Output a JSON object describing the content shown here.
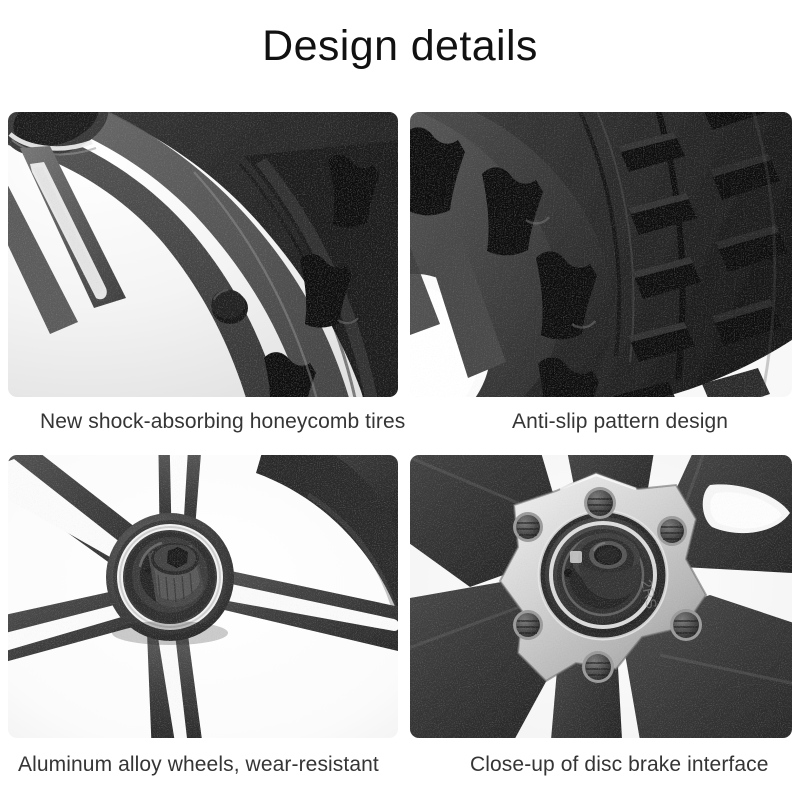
{
  "page": {
    "title": "Design details",
    "background_color": "#ffffff",
    "title_color": "#111111",
    "caption_color": "#353535"
  },
  "panels": [
    {
      "id": "honeycomb-tire",
      "position": "top-left",
      "caption": "New shock-absorbing honeycomb tires",
      "image_subject": "Close-up of a solid honeycomb scooter tire mounted on a dark grey cast aluminum rim, showing hexagonal shock-absorbing cavities along the sidewall and a circular drain hole in the rim face",
      "dominant_colors": [
        "#3b3b3b",
        "#262626",
        "#151515",
        "#6a6a6a"
      ]
    },
    {
      "id": "anti-slip-tread",
      "position": "top-right",
      "caption": "Anti-slip pattern design",
      "image_subject": "Angled close-up of the tire tread face showing the deep anti-slip block pattern and the honeycomb cavity row on the sidewall",
      "dominant_colors": [
        "#2e2e2e",
        "#1a1a1a",
        "#0d0d0d",
        "#565656"
      ]
    },
    {
      "id": "alloy-wheel-hub",
      "position": "bottom-left",
      "caption": "Aluminum alloy wheels, wear-resistant",
      "image_subject": "Aluminum alloy wheel hub with five slotted radial spokes, a sealed centre bearing and a hex-broached axle boss",
      "dominant_colors": [
        "#3f3f3f",
        "#2a2a2a",
        "#d8d8d8",
        "#7b7b7b"
      ]
    },
    {
      "id": "disc-brake-interface",
      "position": "bottom-right",
      "caption": "Close-up of disc brake interface",
      "image_subject": "Close-up of the silver six-bolt disc brake mounting flange with threaded rotor bolt holes surrounding the sealed hub bearing and axle sleeve",
      "dominant_colors": [
        "#c9c9c9",
        "#3a3a3a",
        "#1f1f1f",
        "#8e8e8e"
      ]
    }
  ]
}
